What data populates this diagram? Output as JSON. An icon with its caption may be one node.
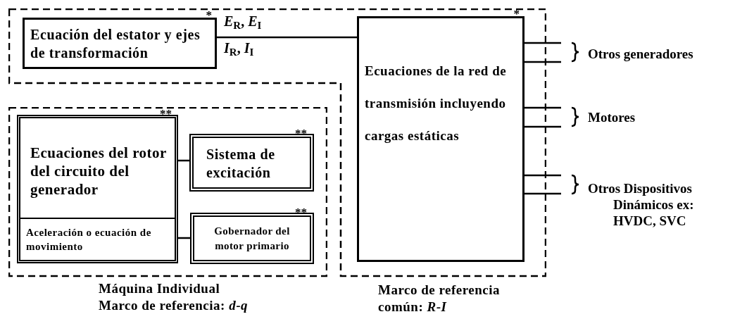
{
  "diagram": {
    "nodes": [
      {
        "text": [
          "Marco de referencia común: *R*-*I*"
        ]
      },
      {
        "text": [
          "Ecuación del estator y ejes de transformación"
        ],
        "in": 0,
        "beside": [
          "*"
        ]
      },
      {
        "text": [
          "Ecuaciones de la red de transmisión incluyendo cargas estáticas"
        ],
        "in": 0,
        "beside": [
          "*"
        ]
      },
      {
        "text": [
          "Máquina Individual Marco de referencia: *d*-*q*"
        ]
      },
      {
        "text": [],
        "shape": "box",
        "in": 3,
        "beside": [
          "**"
        ]
      },
      {
        "text": [
          "Ecuaciones del rotor del circuito del generador"
        ],
        "in": 4
      },
      {
        "text": [
          "Aceleración o ecuación de movimiento"
        ],
        "in": 4
      },
      {
        "text": [
          "Sistema de excitación"
        ],
        "in": 3,
        "beside": [
          "**"
        ]
      },
      {
        "text": [
          "Gobernador del motor primario"
        ],
        "in": 3,
        "beside": [
          "**"
        ]
      }
    ],
    "edges": [
      {
        "from": 1,
        "to": 2,
        "arrow": "none"
      },
      {
        "from": 5,
        "to": 7,
        "arrow": "none"
      },
      {
        "from": 6,
        "to": 8,
        "arrow": "none"
      },
      {
        "from": 2,
        "to": null,
        "arrow": "none"
      },
      {
        "from": 2,
        "to": null,
        "arrow": "none"
      },
      {
        "from": 2,
        "to": null,
        "arrow": "none"
      },
      {
        "from": 2,
        "to": null,
        "arrow": "none"
      },
      {
        "from": 2,
        "to": null,
        "arrow": "none"
      },
      {
        "from": 2,
        "to": null,
        "arrow": "none"
      }
    ],
    "labels": [
      "*E*$_{R}$, *E*$_{I}$",
      "*I*$_{R}$, *I*$_{I}$",
      "Otros generadores",
      "Motores",
      "Otros Dispositivos Dinámicos ex: HVDC, SVC"
    ]
  }
}
